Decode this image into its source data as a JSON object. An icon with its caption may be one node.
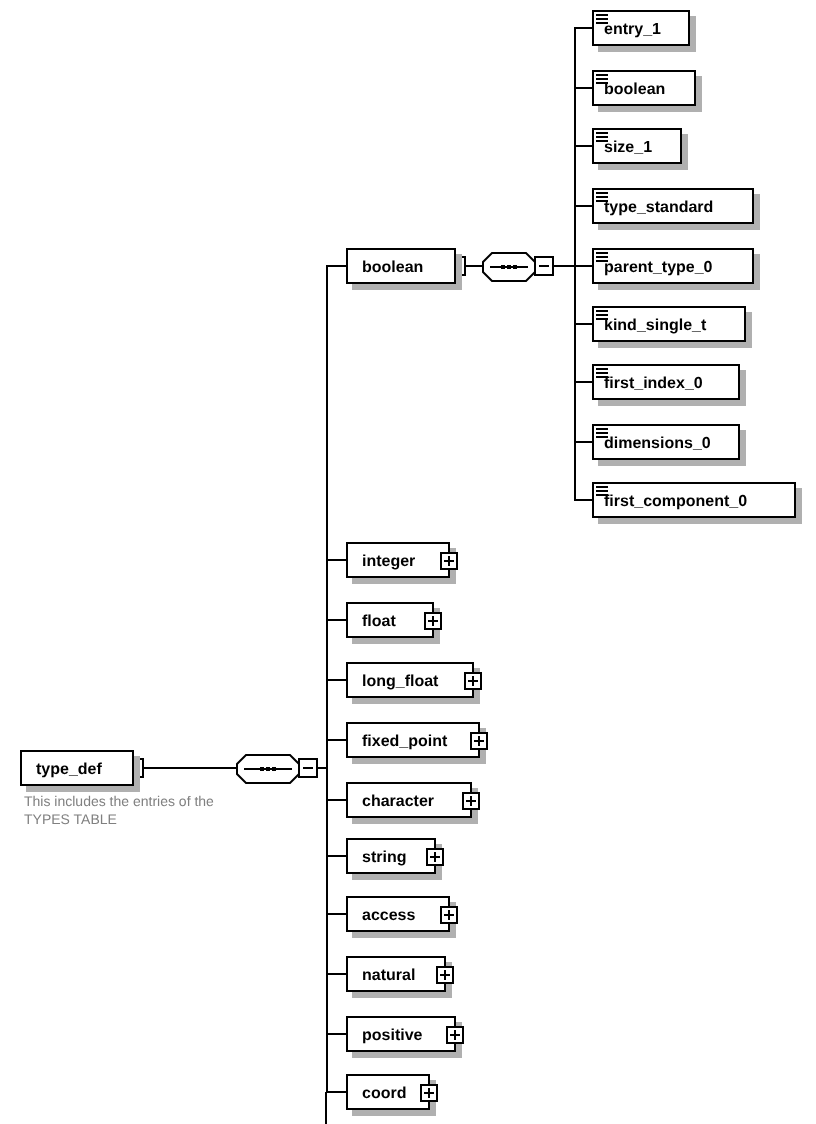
{
  "diagram": {
    "nodes": [
      {
        "text": [
          "type_def"
        ],
        "beside": [
          "This includes the entries of the TYPES TABLE"
        ]
      },
      {
        "text": [],
        "shape": "octagon"
      },
      {
        "text": [
          "boolean"
        ]
      },
      {
        "text": [],
        "shape": "octagon"
      },
      {
        "text": [
          "entry_1"
        ]
      },
      {
        "text": [
          "boolean"
        ]
      },
      {
        "text": [
          "size_1"
        ]
      },
      {
        "text": [
          "type_standard"
        ]
      },
      {
        "text": [
          "parent_type_0"
        ]
      },
      {
        "text": [
          "kind_single_t"
        ]
      },
      {
        "text": [
          "first_index_0"
        ]
      },
      {
        "text": [
          "dimensions_0"
        ]
      },
      {
        "text": [
          "first_component_0"
        ]
      },
      {
        "text": [
          "integer"
        ]
      },
      {
        "text": [
          "float"
        ]
      },
      {
        "text": [
          "long_float"
        ]
      },
      {
        "text": [
          "fixed_point"
        ]
      },
      {
        "text": [
          "character"
        ]
      },
      {
        "text": [
          "string"
        ]
      },
      {
        "text": [
          "access"
        ]
      },
      {
        "text": [
          "natural"
        ]
      },
      {
        "text": [
          "positive"
        ]
      },
      {
        "text": [
          "coord"
        ]
      }
    ],
    "edges": [
      {
        "from": 0,
        "to": 1,
        "arrow": "other"
      },
      {
        "from": 1,
        "to": 2,
        "arrow": "other"
      },
      {
        "from": 2,
        "to": 3,
        "arrow": "other"
      },
      {
        "from": 3,
        "to": 4,
        "arrow": "other"
      },
      {
        "from": 3,
        "to": 5,
        "arrow": "other"
      },
      {
        "from": 3,
        "to": 6,
        "arrow": "other"
      },
      {
        "from": 3,
        "to": 7,
        "arrow": "other"
      },
      {
        "from": 3,
        "to": 8,
        "arrow": "other"
      },
      {
        "from": 3,
        "to": 9,
        "arrow": "other"
      },
      {
        "from": 3,
        "to": 10,
        "arrow": "other"
      },
      {
        "from": 3,
        "to": 11,
        "arrow": "other"
      },
      {
        "from": 3,
        "to": 12,
        "arrow": "other"
      },
      {
        "from": 1,
        "to": 13,
        "arrow": "other"
      },
      {
        "from": 1,
        "to": 14,
        "arrow": "other"
      },
      {
        "from": 1,
        "to": 15,
        "arrow": "other"
      },
      {
        "from": 1,
        "to": 16,
        "arrow": "other"
      },
      {
        "from": 1,
        "to": 17,
        "arrow": "other"
      },
      {
        "from": 1,
        "to": 18,
        "arrow": "other"
      },
      {
        "from": 1,
        "to": 19,
        "arrow": "other"
      },
      {
        "from": 1,
        "to": 20,
        "arrow": "other"
      },
      {
        "from": 1,
        "to": 21,
        "arrow": "other"
      },
      {
        "from": 1,
        "to": 22,
        "arrow": "other"
      }
    ]
  }
}
